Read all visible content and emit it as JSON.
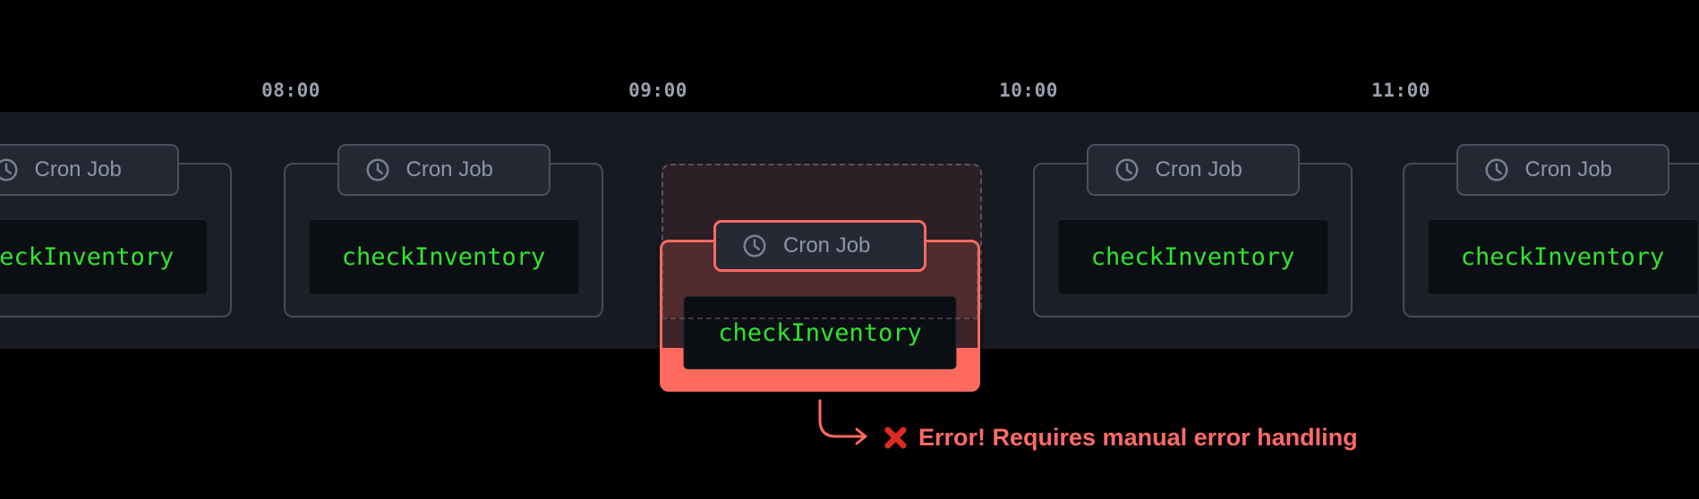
{
  "timeline": {
    "time_labels": [
      "08:00",
      "09:00",
      "10:00",
      "11:00"
    ]
  },
  "cards": [
    {
      "tab_label": "Cron Job",
      "function_name": "checkInventory",
      "state": "normal"
    },
    {
      "tab_label": "Cron Job",
      "function_name": "checkInventory",
      "state": "normal"
    },
    {
      "tab_label": "Cron Job",
      "function_name": "checkInventory",
      "state": "error"
    },
    {
      "tab_label": "Cron Job",
      "function_name": "checkInventory",
      "state": "normal"
    },
    {
      "tab_label": "Cron Job",
      "function_name": "checkInventory",
      "state": "normal"
    }
  ],
  "error": {
    "message": "Error! Requires manual error handling",
    "icon": "cross-mark-icon"
  },
  "icons": {
    "tab_icon": "clock-icon"
  },
  "colors": {
    "background": "#000000",
    "band": "#171a21",
    "card_fill": "#1b1f27",
    "card_border": "#454b5a",
    "tab_text": "#8d95a8",
    "code_green": "#30e430",
    "code_box": "#0b0e13",
    "error_accent": "#ff6a5f",
    "ghost_fill": "#2c2026",
    "error_x_red": "#dc2b20"
  }
}
